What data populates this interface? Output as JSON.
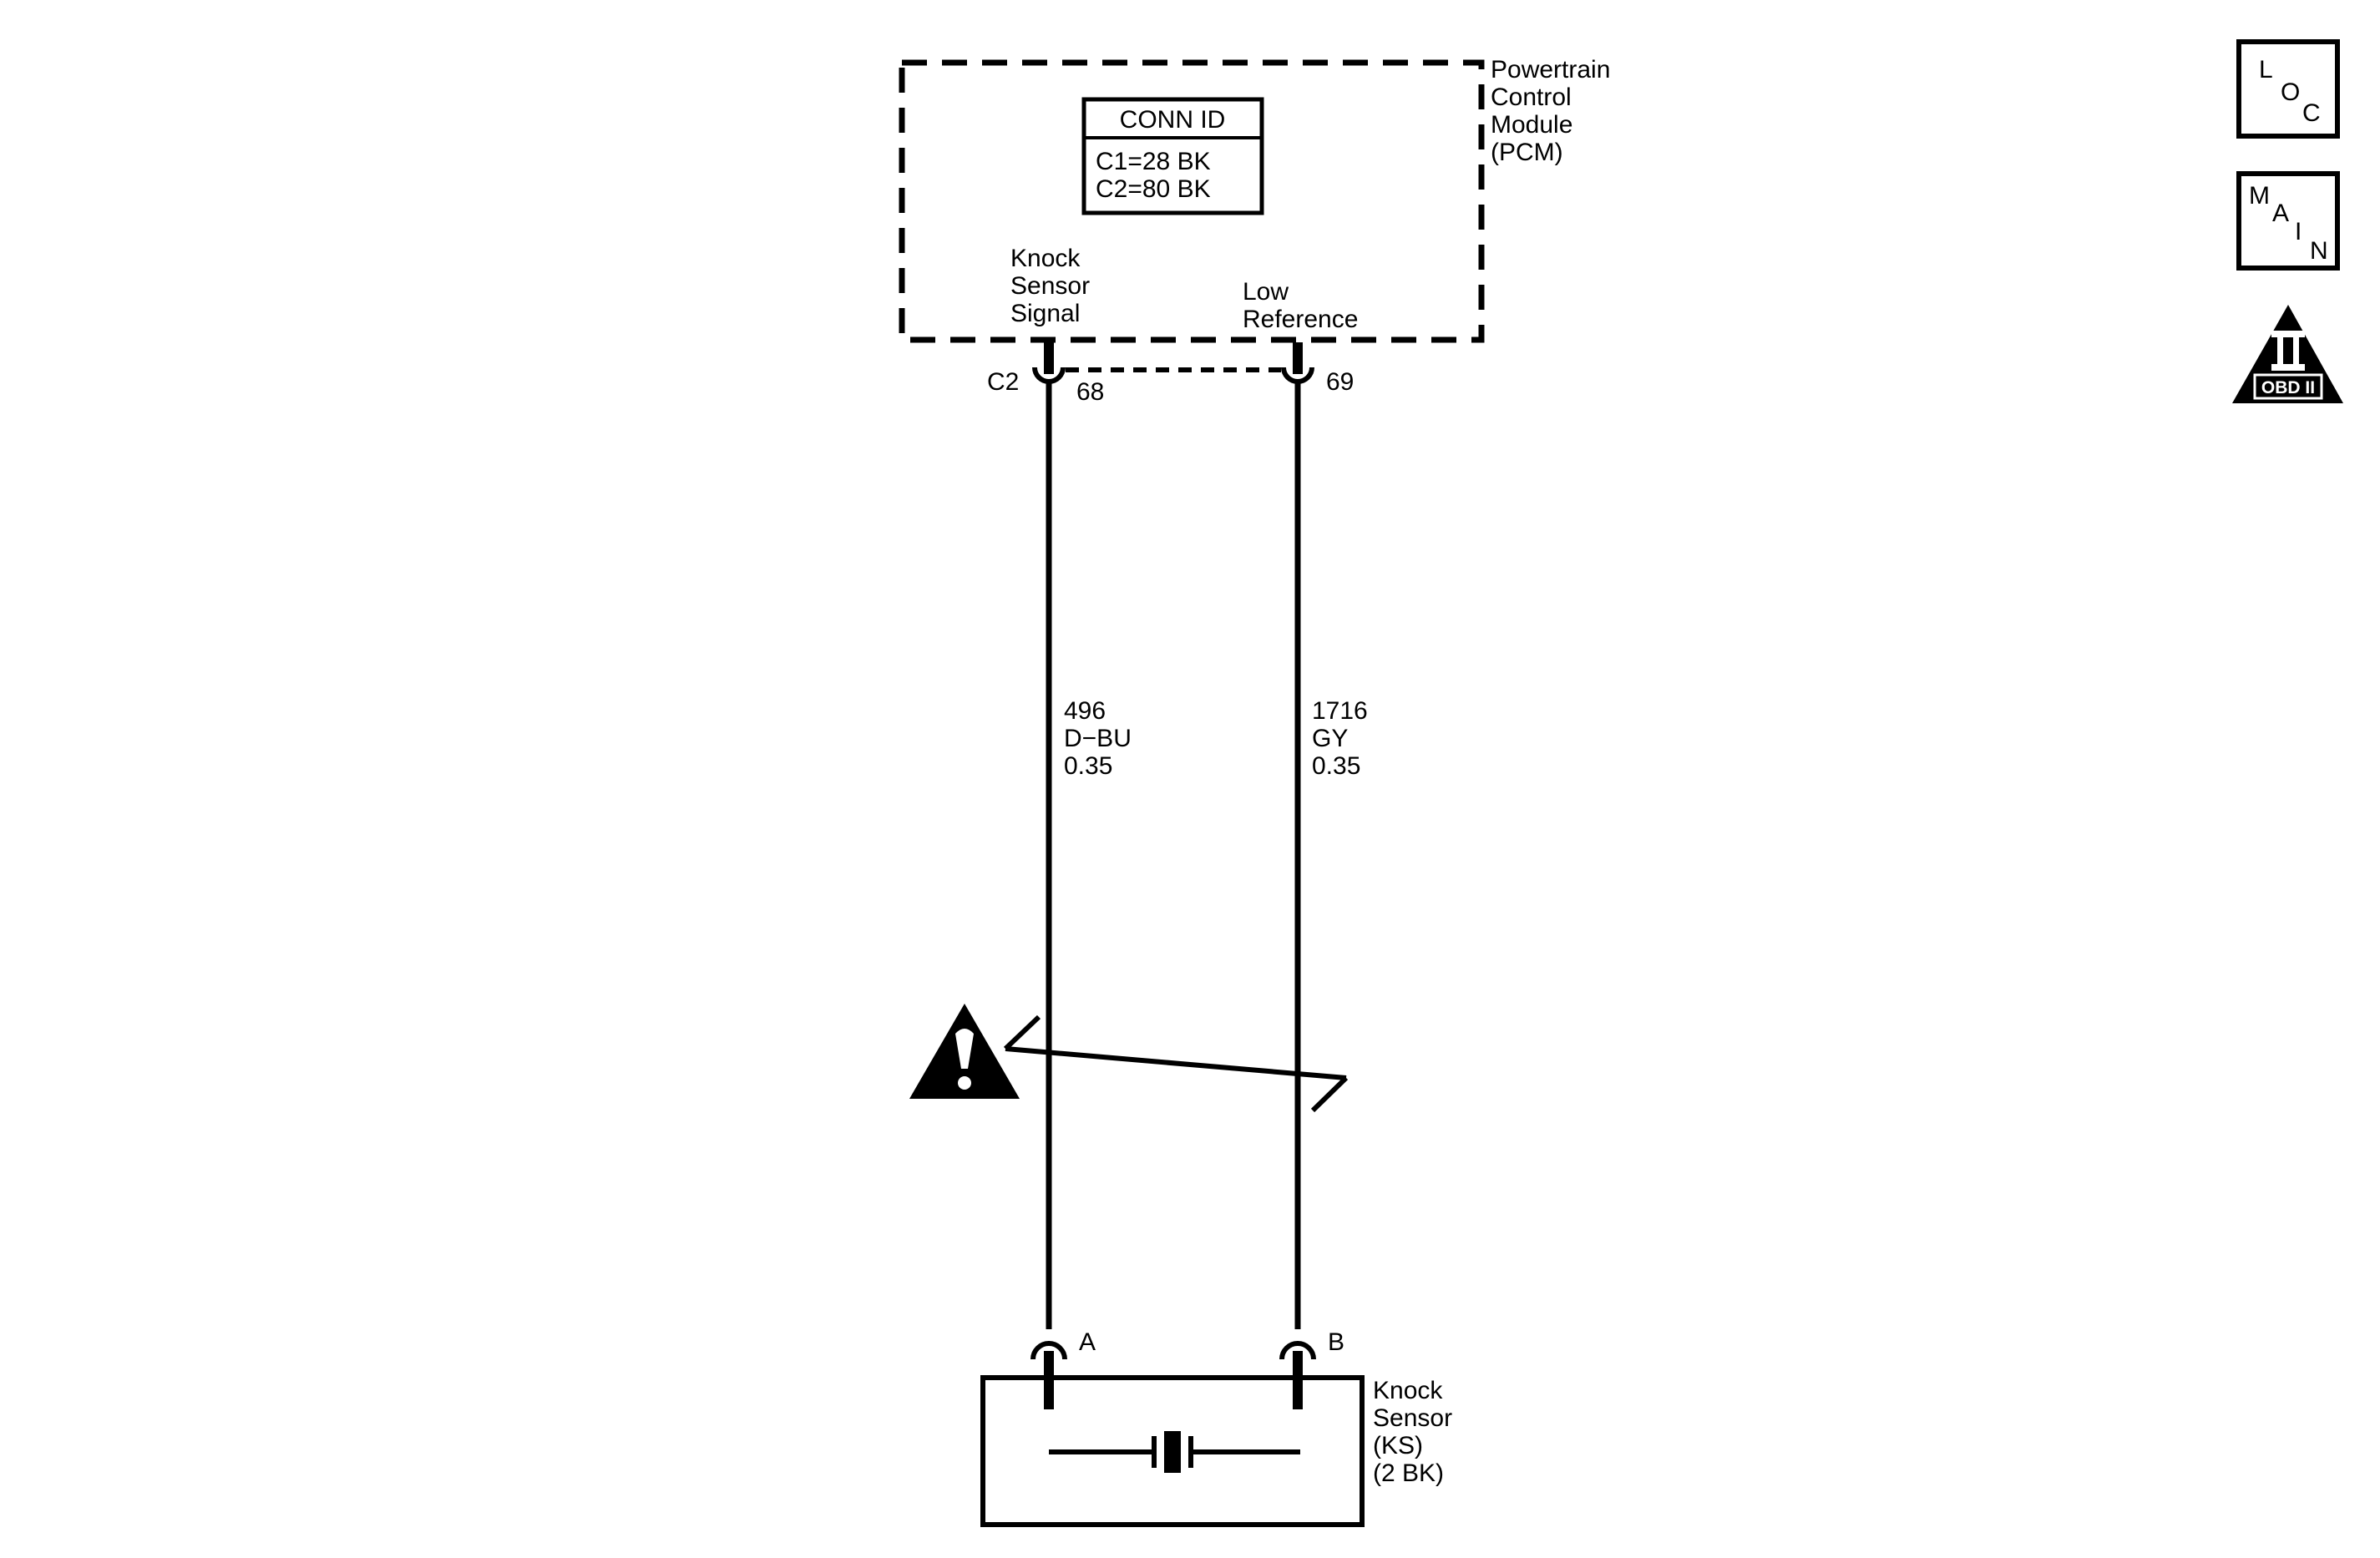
{
  "pcm": {
    "label_lines": [
      "Powertrain",
      "Control",
      "Module",
      "(PCM)"
    ],
    "conn_id": {
      "title": "CONN ID",
      "lines": [
        "C1=28 BK",
        "C2=80 BK"
      ]
    },
    "pin_signal_label_lines": [
      "Knock",
      "Sensor",
      "Signal"
    ],
    "pin_lowref_label_lines": [
      "Low",
      "Reference"
    ],
    "connector": "C2",
    "pin_signal": "68",
    "pin_lowref": "69"
  },
  "wires": {
    "signal": {
      "lines": [
        "496",
        "D−BU",
        "0.35"
      ]
    },
    "lowref": {
      "lines": [
        "1716",
        "GY",
        "0.35"
      ]
    }
  },
  "sensor": {
    "label_lines": [
      "Knock",
      "Sensor",
      "(KS)",
      "(2 BK)"
    ],
    "pin_a": "A",
    "pin_b": "B"
  },
  "icons": {
    "loc": {
      "letters": [
        "L",
        "O",
        "C"
      ],
      "name": "loc-icon"
    },
    "main": {
      "letters": [
        "M",
        "A",
        "I",
        "N"
      ],
      "name": "main-icon"
    },
    "obd": {
      "text": "OBD II",
      "numeral": "II",
      "name": "obd-ii-icon"
    },
    "caution": {
      "name": "caution-icon"
    }
  }
}
